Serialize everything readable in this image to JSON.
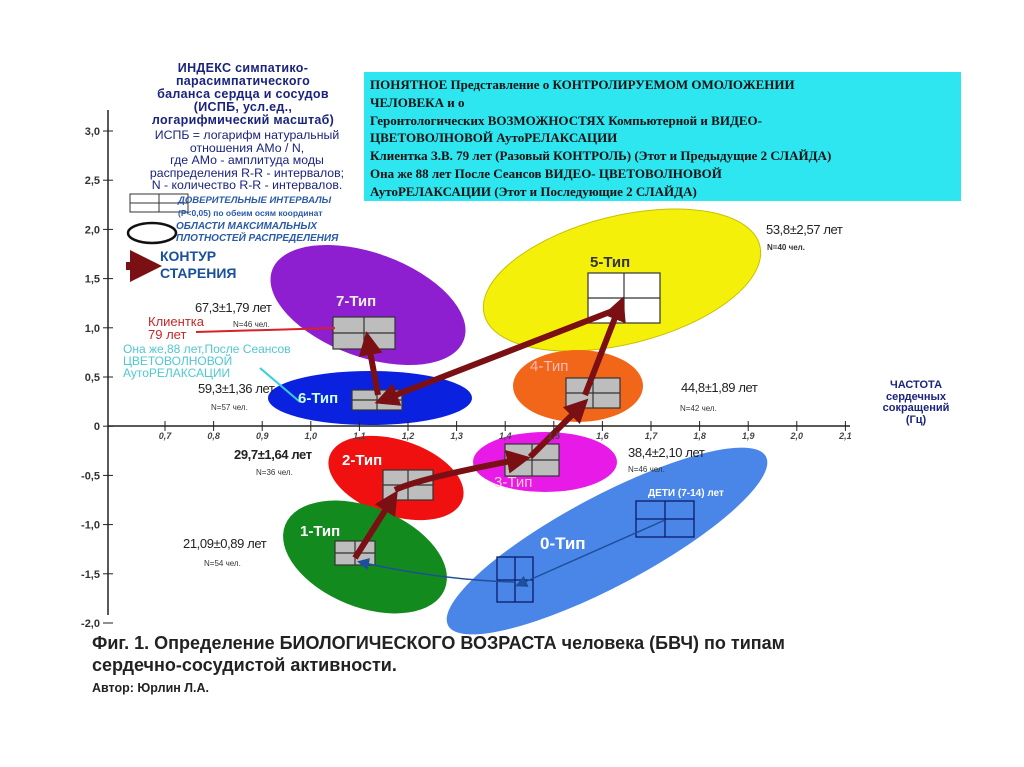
{
  "legend": {
    "y_axis_title": [
      "ИНДЕКС симпатико-",
      "парасимпатического",
      "баланса сердца и сосудов",
      "(ИСПБ, усл.ед.,",
      "логарифмический масштаб)"
    ],
    "formula": [
      "ИСПБ = логарифм натуральный",
      "отношения АМо / N,",
      "где АМо - амплитуда моды",
      "распределения R-R - интервалов;",
      "N - количество R-R - интервалов."
    ],
    "ci_label": "ДОВЕРИТЕЛЬНЫЕ ИНТЕРВАЛЫ",
    "ci_sub": "(P<0,05) по обеим осям координат",
    "density_label": [
      "ОБЛАСТИ МАКСИМАЛЬНЫХ",
      "ПЛОТНОСТЕЙ РАСПРЕДЕЛЕНИЯ"
    ],
    "contour_label": [
      "КОНТУР",
      "СТАРЕНИЯ"
    ]
  },
  "info_box": {
    "lines": [
      "ПОНЯТНОЕ Представление о КОНТРОЛИРУЕМОМ ОМОЛОЖЕНИИ",
      "ЧЕЛОВЕКА и о",
      " Геронтологических ВОЗМОЖНОСТЯХ Компьютерной и ВИДЕО-",
      "ЦВЕТОВОЛНОВОЙ АутоРЕЛАКСАЦИИ",
      " Клиентка З.В. 79 лет (Разовый КОНТРОЛЬ) (Этот и Предыдущие 2 СЛАЙДА)",
      " Она же 88 лет После Сеансов ВИДЕО- ЦВЕТОВОЛНОВОЙ",
      "АутоРЕЛАКСАЦИИ (Этот и Последующие 2 СЛАЙДА)"
    ],
    "color": "#2ee6f0"
  },
  "axes": {
    "y_ticks": [
      "3,0",
      "2,5",
      "2,0",
      "1,5",
      "1,0",
      "0,5",
      "0",
      "-0,5",
      "-1,0",
      "-1,5",
      "-2,0"
    ],
    "x_ticks": [
      "0,7",
      "0,8",
      "0,9",
      "1,0",
      "1,1",
      "1,2",
      "1,3",
      "1,4",
      "1,5",
      "1,6",
      "1,7",
      "1,8",
      "1,9",
      "2,0",
      "2,1"
    ],
    "x_title": [
      "ЧАСТОТА",
      "сердечных",
      "сокращений",
      "(Гц)"
    ]
  },
  "types": [
    {
      "label": "7-Тип",
      "age": "67,3±1,79 лет",
      "n": "N=46 чел.",
      "color": "#8e1fd0"
    },
    {
      "label": "6-Тип",
      "age": "59,3±1,36 лет",
      "n": "N=57 чел.",
      "color": "#0a22e0"
    },
    {
      "label": "5-Тип",
      "age": "53,8±2,57 лет",
      "n": "N=40 чел.",
      "color": "#f5f00a"
    },
    {
      "label": "4-Тип",
      "age": "44,8±1,89 лет",
      "n": "N=42 чел.",
      "color": "#f2661a"
    },
    {
      "label": "3-Тип",
      "age": "38,4±2,10 лет",
      "n": "N=46 чел.",
      "color": "#e81ae8"
    },
    {
      "label": "2-Тип",
      "age": "29,7±1,64 лет",
      "n": "N=36 чел.",
      "color": "#f01010"
    },
    {
      "label": "1-Тип",
      "age": "21,09±0,89 лет",
      "n": "N=54 чел.",
      "color": "#128a1e"
    },
    {
      "label": "0-Тип",
      "age": "",
      "n": "",
      "color": "#4a86e8"
    }
  ],
  "children_label": "ДЕТИ (7-14) лет",
  "client_label": [
    "Клиентка",
    "79 лет"
  ],
  "after_label": [
    "Она же,88 лет,После Сеансов",
    "ЦВЕТОВОЛНОВОЙ",
    "АутоРЕЛАКСАЦИИ"
  ],
  "caption": [
    "Фиг. 1. Определение БИОЛОГИЧЕСКОГО ВОЗРАСТА человека (БВЧ) по типам",
    "сердечно-сосудистой активности."
  ],
  "author": "Автор: Юрлин Л.А.",
  "arrow_color": "#7a1014"
}
